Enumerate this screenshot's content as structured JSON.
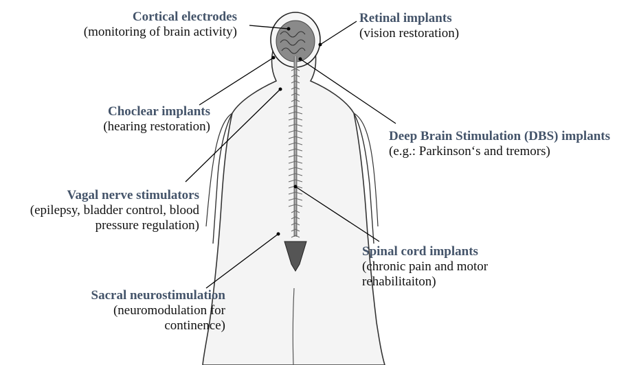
{
  "labels": {
    "cortical": {
      "title": "Cortical electrodes",
      "desc": [
        "(monitoring of brain activity)"
      ]
    },
    "retinal": {
      "title": "Retinal implants",
      "desc": [
        "(vision restoration)"
      ]
    },
    "cochlear": {
      "title": "Choclear implants",
      "desc": [
        "(hearing restoration)"
      ]
    },
    "dbs": {
      "title": "Deep Brain Stimulation (DBS) implants",
      "desc": [
        "(e.g.: Parkinson‘s and tremors)"
      ]
    },
    "vagal": {
      "title": "Vagal nerve stimulators",
      "desc": [
        "(epilepsy, bladder control, blood",
        "pressure regulation)"
      ]
    },
    "spinal": {
      "title": "Spinal cord implants",
      "desc": [
        "(chronic pain and motor",
        "rehabilitaiton)"
      ]
    },
    "sacral": {
      "title": "Sacral neurostimulation",
      "desc": [
        "(neuromodulation for",
        "continence)"
      ]
    }
  },
  "colors": {
    "title": "#44546a",
    "line": "#000000",
    "body_fill": "#f4f4f4",
    "body_stroke": "#333333",
    "brain": "#7a7a7a",
    "nerve": "#8a8a8a"
  }
}
